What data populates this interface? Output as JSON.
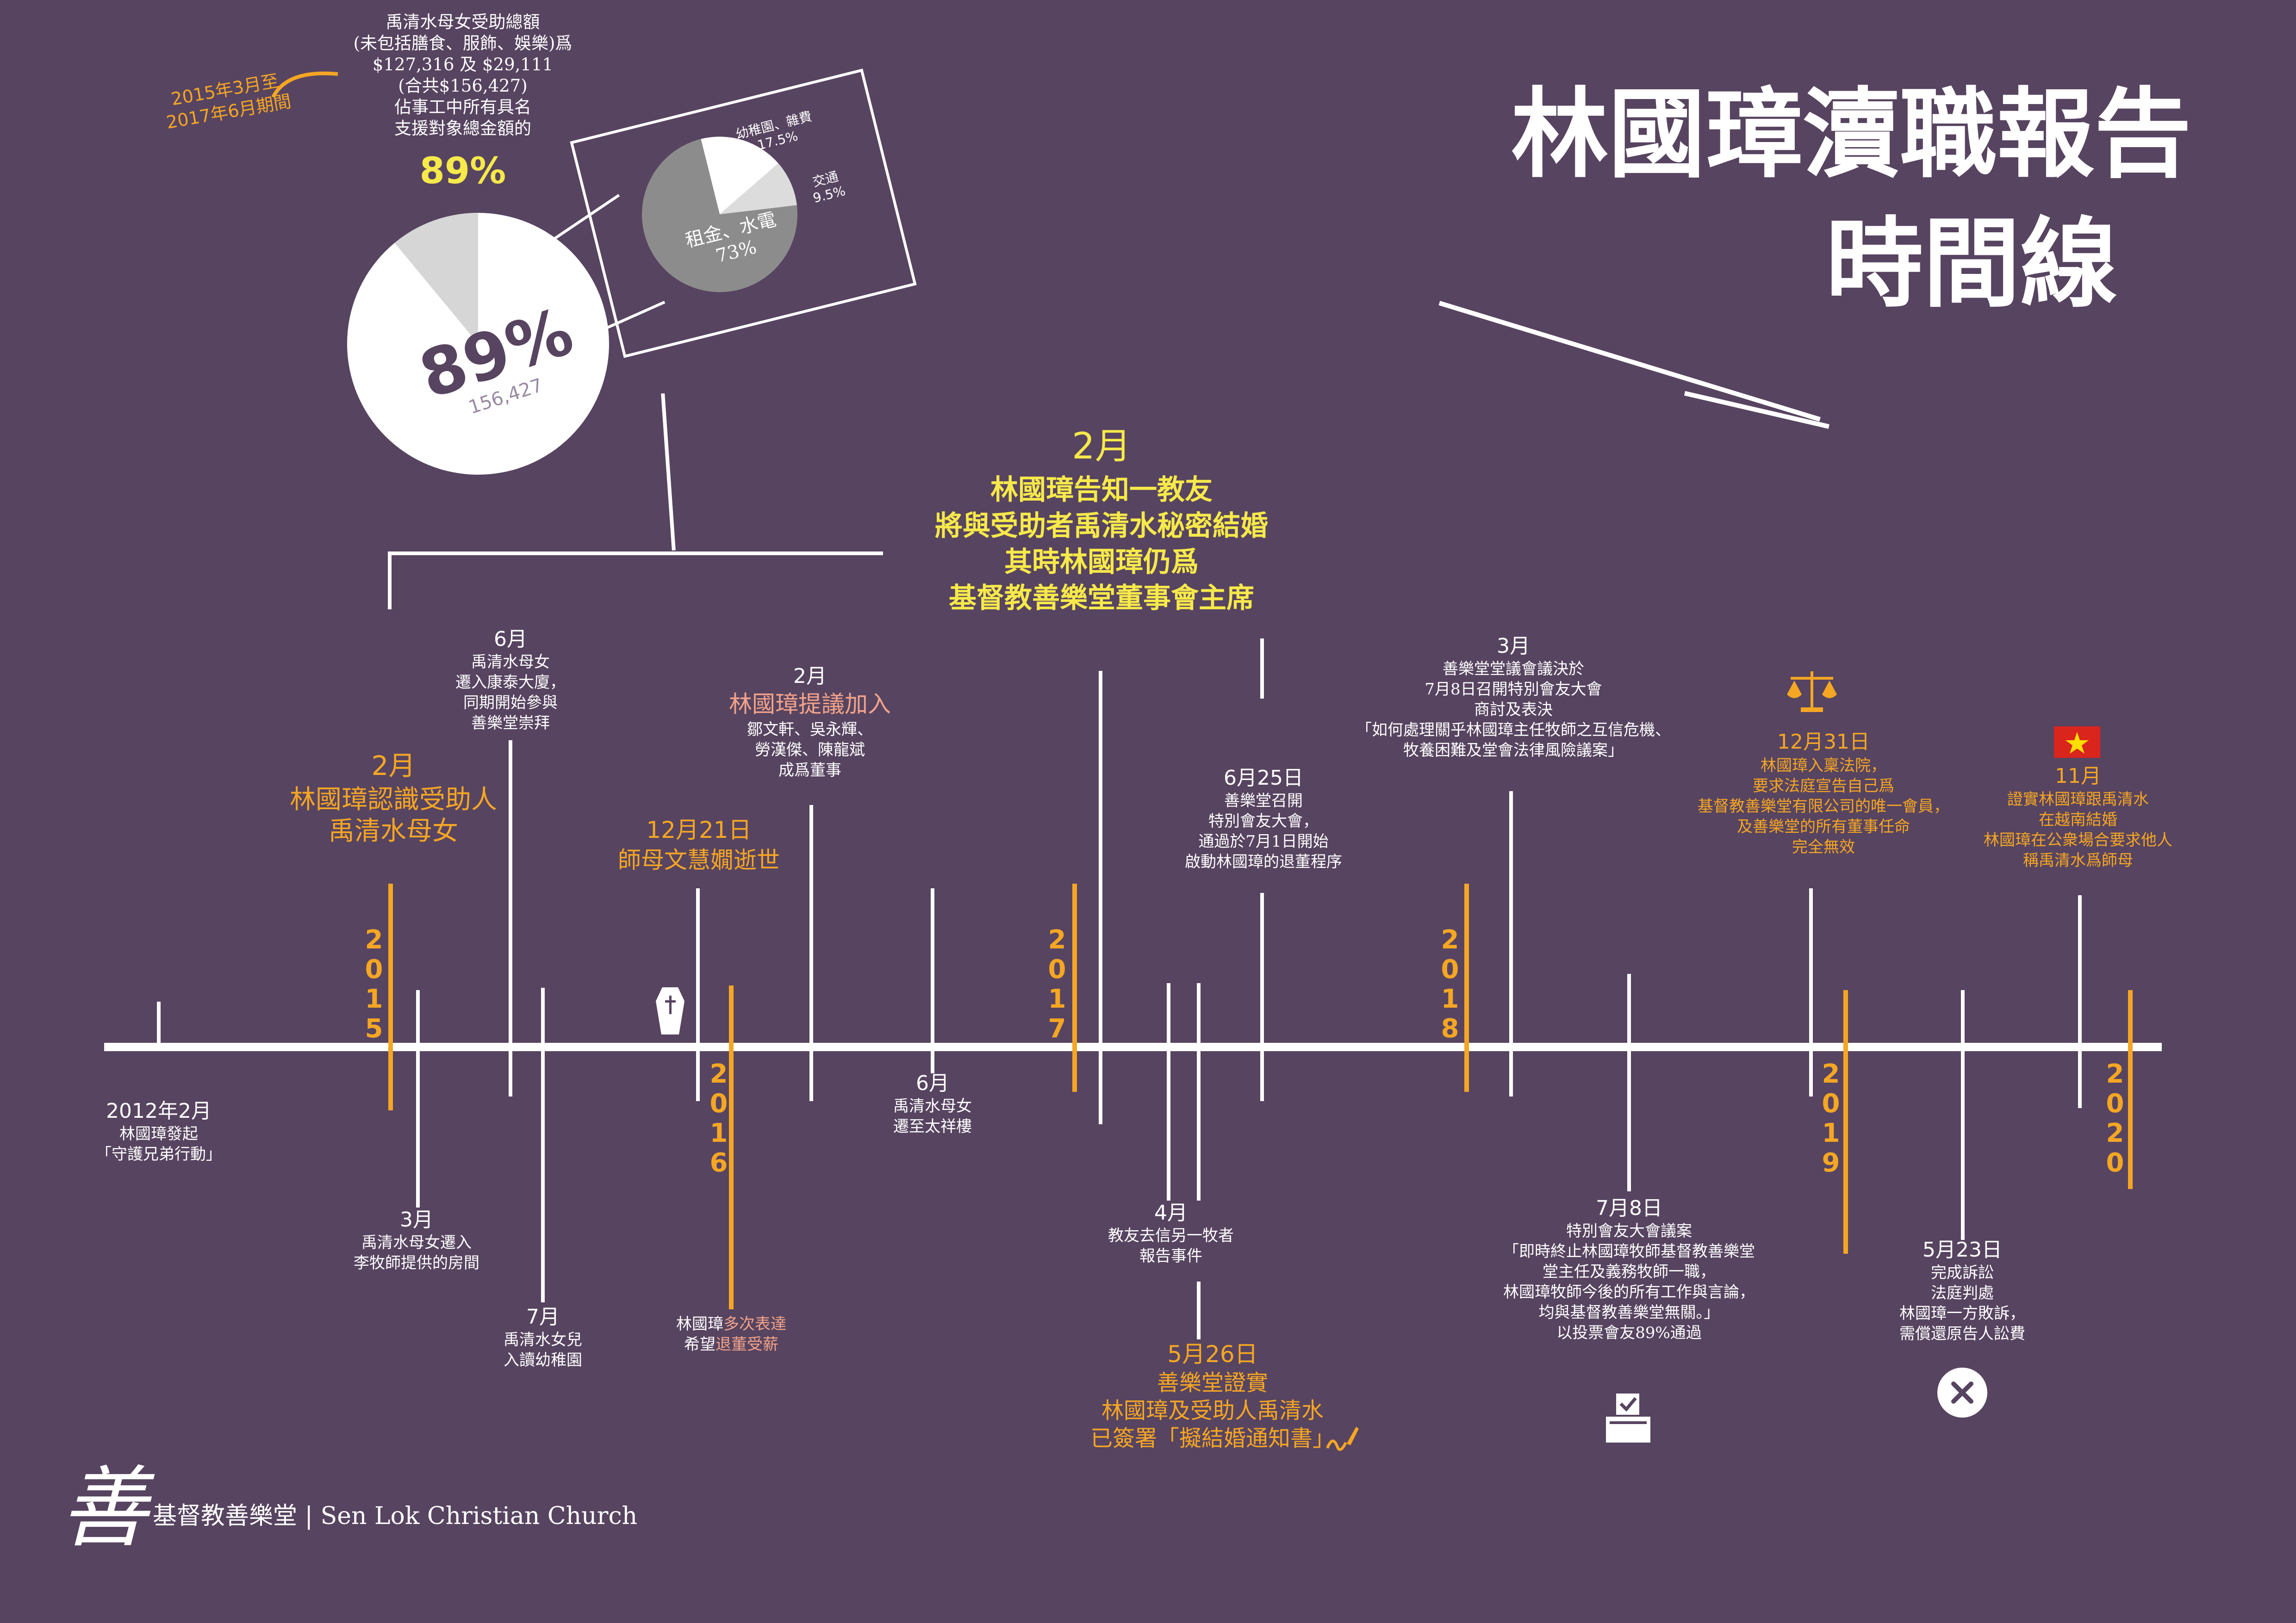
{
  "title": {
    "line1": "林國璋瀆職報告",
    "line2": "時間線"
  },
  "summary": {
    "period": "2015年3月至\n2017年6月期間",
    "text": "禹清水母女受助總額\n(未包括膳食、服飾、娛樂)爲\n$127,316 及 $29,111\n(合共$156,427)\n佔事工中所有具名\n支援對象總金額的",
    "headline_pct": "89%",
    "pie_pct": "89%",
    "pie_amount": "156,427",
    "pie_share": 0.89
  },
  "breakdown": {
    "slices": [
      {
        "label": "幼稚園、雜費\n17.5%",
        "value": 17.5
      },
      {
        "label": "交通\n9.5%",
        "value": 9.5
      },
      {
        "label": "租金、水電\n73%",
        "value": 73
      }
    ]
  },
  "years": {
    "y2015": [
      "2",
      "0",
      "1",
      "5"
    ],
    "y2016": [
      "2",
      "0",
      "1",
      "6"
    ],
    "y2017": [
      "2",
      "0",
      "1",
      "7"
    ],
    "y2018": [
      "2",
      "0",
      "1",
      "8"
    ],
    "y2019": [
      "2",
      "0",
      "1",
      "9"
    ],
    "y2020": [
      "2",
      "0",
      "2",
      "0"
    ]
  },
  "events": {
    "e2012": {
      "date": "2012年2月",
      "text": "林國璋發起\n「守護兄弟行動」"
    },
    "e2015_feb": {
      "date": "2月",
      "text": "林國璋認識受助人\n禹清水母女"
    },
    "e2015_mar": {
      "date": "3月",
      "text": "禹清水母女遷入\n李牧師提供的房間"
    },
    "e2015_jun": {
      "date": "6月",
      "text": "禹清水母女\n遷入康泰大廈，\n同期開始參與\n善樂堂崇拜"
    },
    "e2015_jul": {
      "date": "7月",
      "text": "禹清水女兒\n入讀幼稚園"
    },
    "e2015_dec": {
      "date": "12月21日",
      "text": "師母文慧嫺逝世"
    },
    "e2016_note": {
      "pre": "林國璋",
      "hl1": "多次表達",
      "mid": "希望",
      "hl2": "退董受薪"
    },
    "e2016_feb": {
      "date": "2月",
      "headline": "林國璋提議加入",
      "text": "鄒文軒、吳永輝、\n勞漢傑、陳龍斌\n成爲董事"
    },
    "e2016_jun": {
      "date": "6月",
      "text": "禹清水母女\n遷至太祥樓"
    },
    "e2017_feb": {
      "date": "2月",
      "text": "林國璋告知一教友\n將與受助者禹清水秘密結婚\n其時林國璋仍爲\n基督教善樂堂董事會主席"
    },
    "e2017_apr": {
      "date": "4月",
      "text": "教友去信另一牧者\n報告事件"
    },
    "e2017_may": {
      "date": "5月26日",
      "text1": "善樂堂證實\n林國璋及受助人禹清水",
      "text2": "已簽署「擬結婚通知書」"
    },
    "e2017_jun": {
      "date": "6月25日",
      "text": "善樂堂召開\n特別會友大會，\n通過於7月1日開始\n啟動林國璋的退董程序"
    },
    "e2018_mar": {
      "date": "3月",
      "text": "善樂堂堂議會議決於\n7月8日召開特別會友大會\n商討及表決\n「如何處理關乎林國璋主任牧師之互信危機、\n牧養困難及堂會法律風險議案」"
    },
    "e2018_jul": {
      "date": "7月8日",
      "text": "特別會友大會議案\n「即時終止林國璋牧師基督教善樂堂\n堂主任及義務牧師一職，\n林國璋牧師今後的所有工作與言論，\n均與基督教善樂堂無關。」\n以投票會友89%通過"
    },
    "e2018_dec": {
      "date": "12月31日",
      "text": "林國璋入稟法院，\n要求法庭宣告自己爲\n基督教善樂堂有限公司的唯一會員，\n及善樂堂的所有董事任命\n完全無效"
    },
    "e2019_may": {
      "date": "5月23日",
      "text": "完成訴訟\n法庭判處\n林國璋一方敗訴，\n需償還原告人訟費"
    },
    "e2019_nov": {
      "date": "11月",
      "text": "證實林國璋跟禹清水\n在越南結婚\n林國璋在公衆場合要求他人\n稱禹清水爲師母"
    }
  },
  "footer": {
    "logo_char": "善",
    "org": "基督教善樂堂 | Sen Lok Christian Church"
  }
}
